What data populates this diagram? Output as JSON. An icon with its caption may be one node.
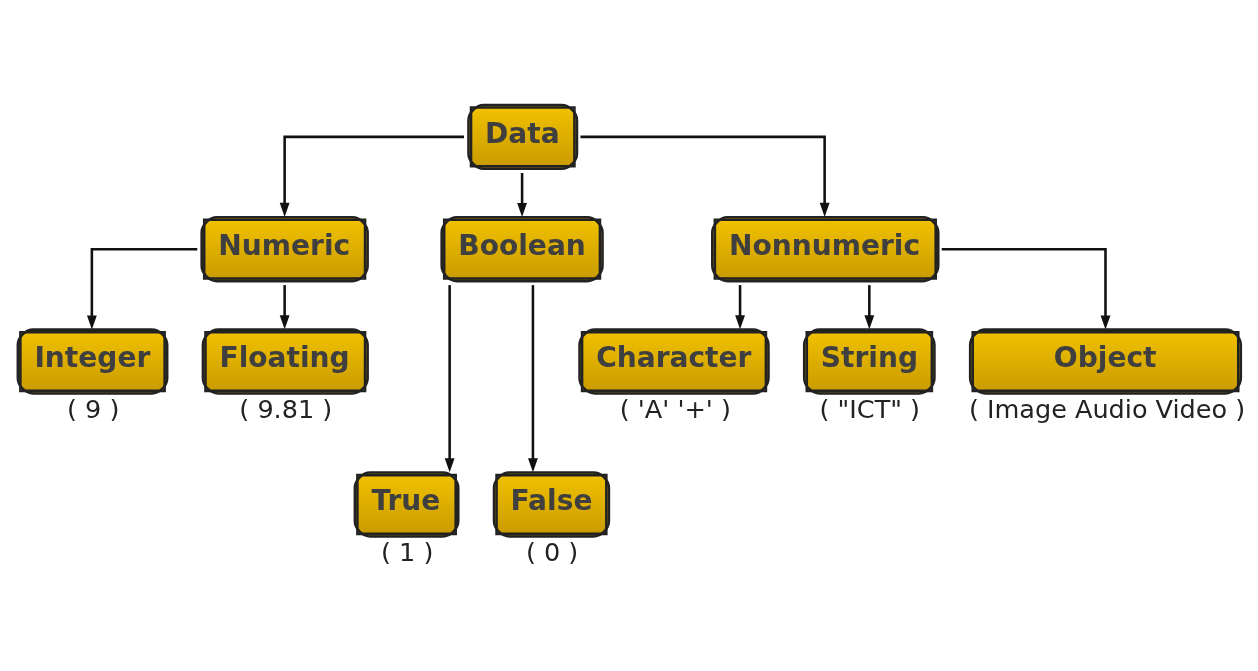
{
  "diagram": {
    "nodes": [
      {
        "text": [
          "Data"
        ]
      },
      {
        "text": [
          "Numeric"
        ]
      },
      {
        "text": [
          "Boolean"
        ]
      },
      {
        "text": [
          "Nonnumeric"
        ]
      },
      {
        "text": [
          "Integer"
        ],
        "beside": [
          "( 9 )"
        ]
      },
      {
        "text": [
          "Floating"
        ],
        "beside": [
          "( 9.81 )"
        ]
      },
      {
        "text": [
          "Character"
        ],
        "beside": [
          "( 'A' '+' )"
        ]
      },
      {
        "text": [
          "String"
        ],
        "beside": [
          "( \"ICT\" )"
        ]
      },
      {
        "text": [
          "Object"
        ],
        "beside": [
          "( Image Audio Video )"
        ]
      },
      {
        "text": [
          "True"
        ],
        "beside": [
          "( 1 )"
        ]
      },
      {
        "text": [
          "False"
        ],
        "beside": [
          "( 0 )"
        ]
      }
    ],
    "edges": [
      {
        "from": 0,
        "to": 1,
        "arrow": "to"
      },
      {
        "from": 0,
        "to": 2,
        "arrow": "to"
      },
      {
        "from": 0,
        "to": 3,
        "arrow": "to"
      },
      {
        "from": 1,
        "to": 4,
        "arrow": "to"
      },
      {
        "from": 1,
        "to": 5,
        "arrow": "to"
      },
      {
        "from": 3,
        "to": 6,
        "arrow": "to"
      },
      {
        "from": 3,
        "to": 7,
        "arrow": "to"
      },
      {
        "from": 3,
        "to": 8,
        "arrow": "to"
      },
      {
        "from": 2,
        "to": 9,
        "arrow": "to"
      },
      {
        "from": 2,
        "to": 10,
        "arrow": "to"
      }
    ]
  }
}
